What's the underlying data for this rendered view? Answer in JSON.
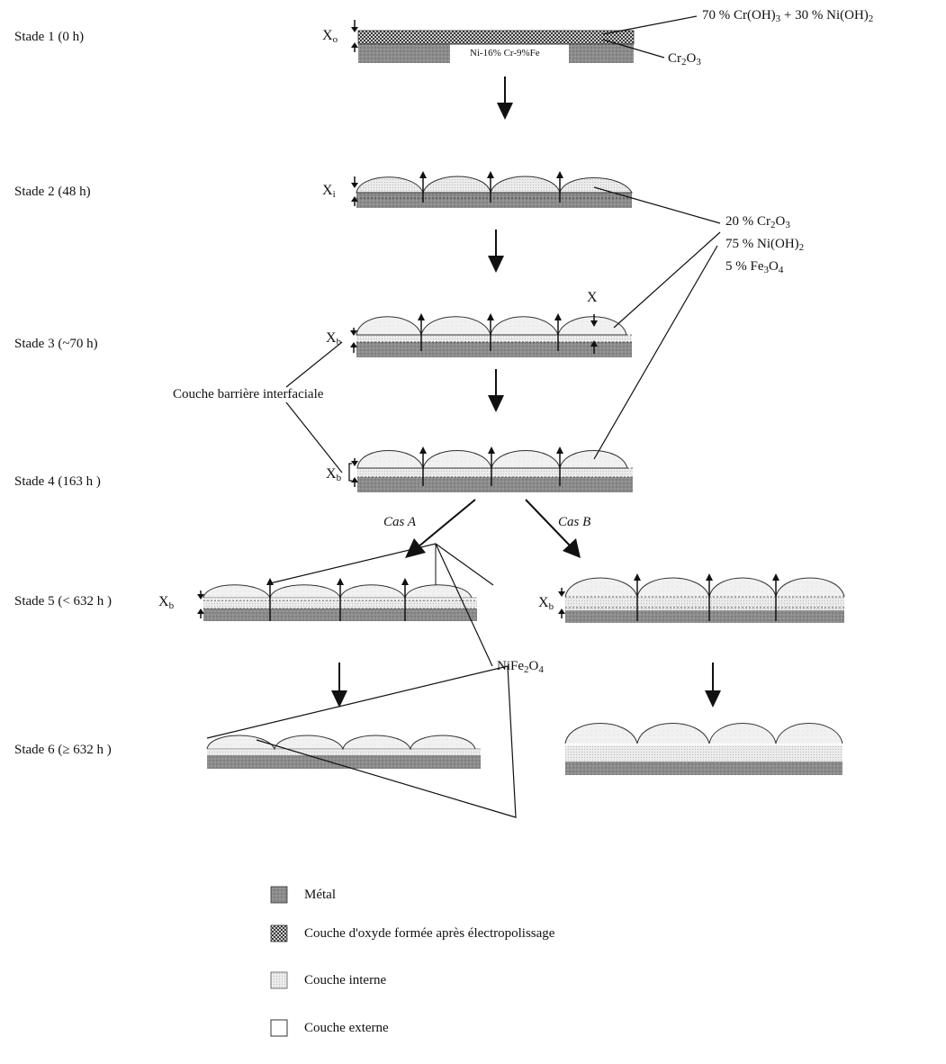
{
  "stages": [
    {
      "id": "1",
      "label": "Stade 1 (0 h)"
    },
    {
      "id": "2",
      "label": "Stade 2 (48 h)"
    },
    {
      "id": "3",
      "label": "Stade 3 (~70 h)"
    },
    {
      "id": "4",
      "label": "Stade 4 (163 h )"
    },
    {
      "id": "5",
      "label": "Stade 5 (< 632 h )"
    },
    {
      "id": "6",
      "label": "Stade 6 (≥ 632 h )"
    }
  ],
  "thickness_labels": {
    "x0": {
      "base": "X",
      "sub": "o"
    },
    "xi": {
      "base": "X",
      "sub": "i"
    },
    "xb": {
      "base": "X",
      "sub": "b"
    },
    "x": "X"
  },
  "alloy_label": "Ni-16% Cr-9%Fe",
  "compositions": {
    "stage1_deposit": {
      "p1": "70 % Cr(OH)",
      "s1": "3",
      "p2": " + 30 % Ni(OH)",
      "s2": "2"
    },
    "cr2o3": {
      "p1": "Cr",
      "s1": "2",
      "p2": "O",
      "s2": "3"
    },
    "line1": {
      "p1": "20 % Cr",
      "s1": "2",
      "p2": "O",
      "s2": "3"
    },
    "line2": {
      "p1": "75 % Ni(OH)",
      "s1": "2"
    },
    "line3": {
      "p1": "5 % Fe",
      "s1": "3",
      "p2": "O",
      "s2": "4"
    },
    "nife2o4": {
      "p1": "NiFe",
      "s1": "2",
      "p2": "O",
      "s2": "4"
    }
  },
  "barrier_label": "Couche barrière interfaciale",
  "cases": {
    "a": "Cas A",
    "b": "Cas B"
  },
  "legend": [
    {
      "name": "metal",
      "label": "Métal"
    },
    {
      "name": "oxide-layer",
      "label": "Couche d'oxyde formée après électropolissage"
    },
    {
      "name": "inner-layer",
      "label": "Couche interne"
    },
    {
      "name": "outer-layer",
      "label": "Couche externe"
    }
  ]
}
